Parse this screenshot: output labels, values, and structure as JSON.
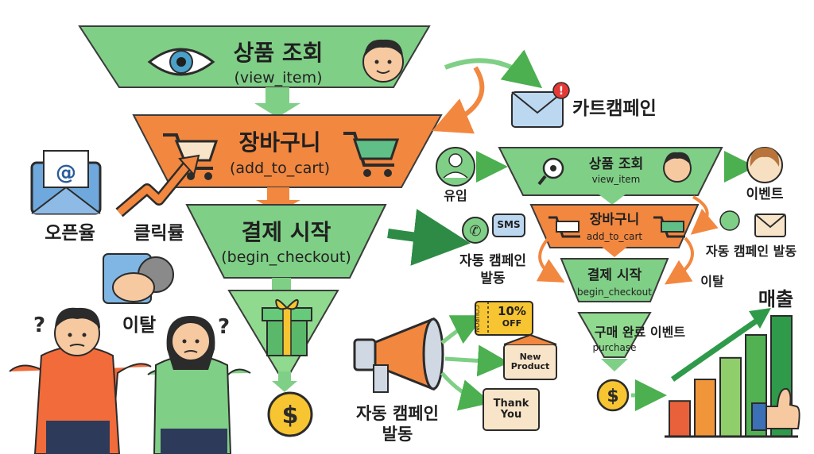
{
  "main_funnel": {
    "stage1": {
      "title": "상품 조회",
      "event": "(view_item)"
    },
    "stage2": {
      "title": "장바구니",
      "event": "(add_to_cart)"
    },
    "stage3": {
      "title": "결제 시작",
      "event": "(begin_checkout)"
    }
  },
  "left_labels": {
    "open_rate": "오픈율",
    "click_rate": "클릭률",
    "churn": "이탈"
  },
  "cart_campaign": "카트캠페인",
  "auto_campaign_bottom": {
    "line1": "자동 캠페인",
    "line2": "발동"
  },
  "coupons": {
    "discount": "10%",
    "discount_sub": "OFF",
    "coupon_side": "COUPON",
    "new_product": "New\nProduct",
    "thank_you": "Thank\nYou"
  },
  "right_funnel": {
    "inflow": "유입",
    "stage1": {
      "title": "상품 조회",
      "event": "view_item"
    },
    "stage2": {
      "title": "장바구니",
      "event": "add_to_cart"
    },
    "stage3": {
      "title": "결제 시작",
      "event": "begin_checkout"
    },
    "stage4": {
      "title": "구매 완료 이벤트",
      "event": "purchase"
    },
    "event_label": "이벤트",
    "auto_campaign_left": {
      "line1": "자동 캠페인",
      "line2": "발동"
    },
    "sms": "SMS",
    "auto_campaign_right": "자동 캠페인 발동",
    "churn_right": "이탈"
  },
  "revenue": {
    "label": "매출",
    "bars": [
      0.28,
      0.45,
      0.62,
      0.8,
      0.95
    ],
    "bar_colors": [
      "#e8613a",
      "#f0953a",
      "#8fce6a",
      "#52b152",
      "#2e9a4a"
    ]
  },
  "colors": {
    "green": "#7fcf86",
    "green_dark": "#4caf50",
    "orange": "#f2873f",
    "coin": "#f7c531",
    "envelope": "#6fa8dc"
  }
}
